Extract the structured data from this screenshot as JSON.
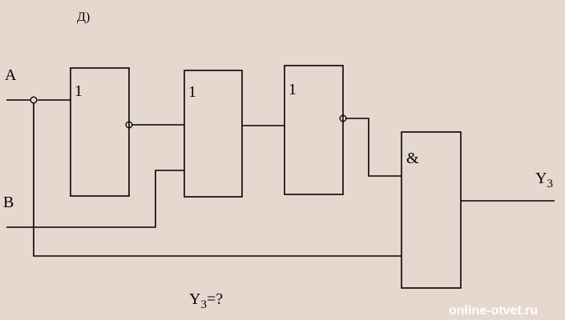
{
  "diagram": {
    "variant_label": "Д)",
    "input_a": "A",
    "input_b": "B",
    "gates": [
      {
        "id": "g1",
        "symbol": "1",
        "inverted_output": true
      },
      {
        "id": "g2",
        "symbol": "1",
        "inverted_output": false
      },
      {
        "id": "g3",
        "symbol": "1",
        "inverted_output": true
      },
      {
        "id": "g4",
        "symbol": "&",
        "inverted_output": false
      }
    ],
    "output": {
      "base": "Y",
      "sub": "3"
    },
    "question": {
      "base": "Y",
      "sub": "3",
      "rest": "=?"
    }
  },
  "watermark": "online-otvet.ru",
  "colors": {
    "background": "#e6d8cf",
    "stroke": "#000000",
    "watermark": "#ffffff"
  }
}
